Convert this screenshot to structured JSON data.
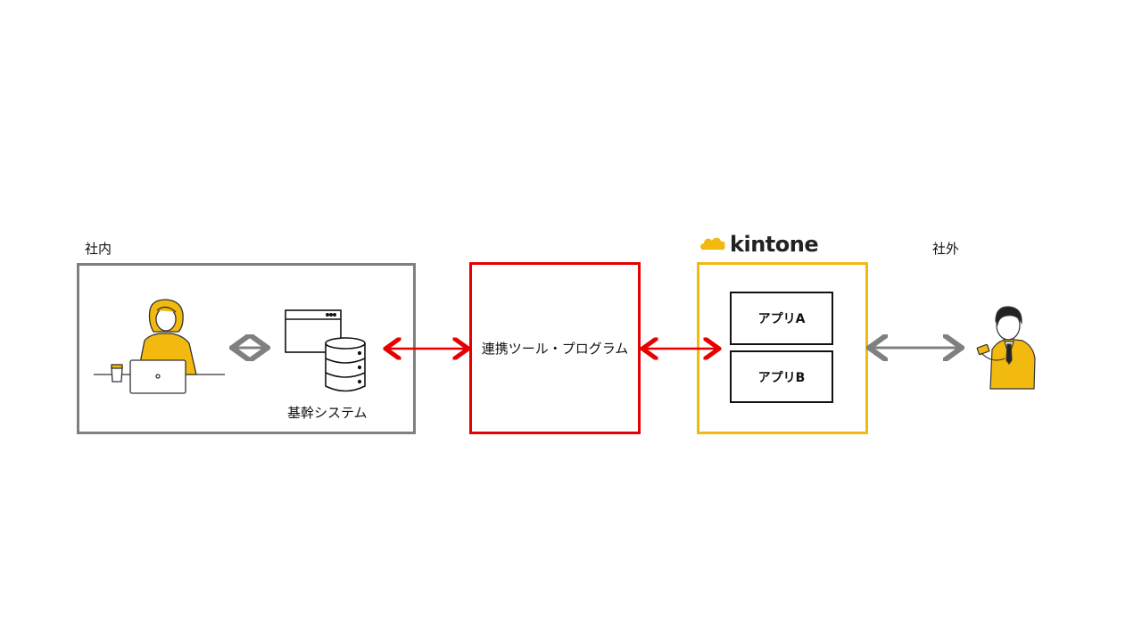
{
  "labels": {
    "internal": "社内",
    "external": "社外",
    "core_system": "基幹システム",
    "integration_tool": "連携ツール・プログラム",
    "kintone_logo": "kintone"
  },
  "apps": [
    {
      "label": "アプリA"
    },
    {
      "label": "アプリB"
    }
  ],
  "colors": {
    "internal_border": "#808080",
    "integration_border": "#e60000",
    "kintone_border": "#f2b90f",
    "arrow_gray": "#808080",
    "arrow_red": "#e60000",
    "accent_yellow": "#f2b90f"
  }
}
